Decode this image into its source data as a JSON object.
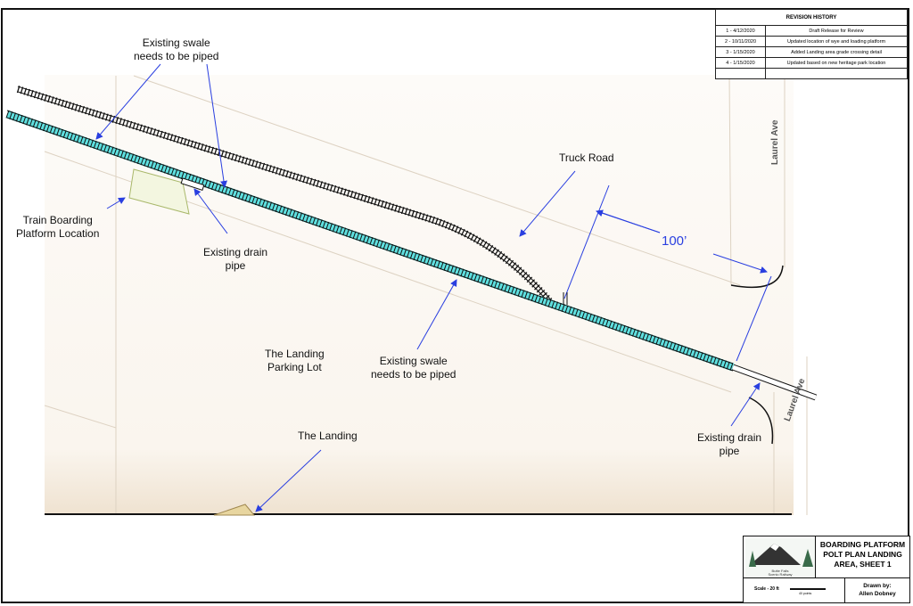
{
  "revision_history": {
    "title": "REVISION HISTORY",
    "rows": [
      {
        "rev": "1 - 4/12/2020",
        "desc": "Draft Release for Review"
      },
      {
        "rev": "2 - 10/11/2020",
        "desc": "Updated location of wye and loading platform"
      },
      {
        "rev": "3 - 1/15/2020",
        "desc": "Added Landing area grade crossing detail"
      },
      {
        "rev": "4 - 1/15/2020",
        "desc": "Updated based on new heritage park location"
      },
      {
        "rev": "",
        "desc": ""
      }
    ]
  },
  "labels": {
    "swale_top": "Existing swale\nneeds to be piped",
    "platform": "Train Boarding\nPlatform Location",
    "drain_left": "Existing drain\npipe",
    "truck_road": "Truck Road",
    "dimension": "100’",
    "laurel_top": "Laurel Ave",
    "laurel_bottom": "Laurel Ave",
    "parking": "The Landing\nParking Lot",
    "swale_mid": "Existing swale\nneeds to be piped",
    "landing": "The Landing",
    "drain_right": "Existing drain\npipe"
  },
  "title_block": {
    "logo_text": "Butte Falls Scenic Railway",
    "title": "BOARDING PLATFORM POLT PLAN LANDING AREA, SHEET 1",
    "scale": "Scale - 20 ft",
    "scale_bar_label": "40 points",
    "drawn_by_label": "Drawn by:",
    "drawn_by": "Allen Dobney"
  },
  "colors": {
    "annotation": "#2a3fe0",
    "swale": "#5fe0e0"
  }
}
